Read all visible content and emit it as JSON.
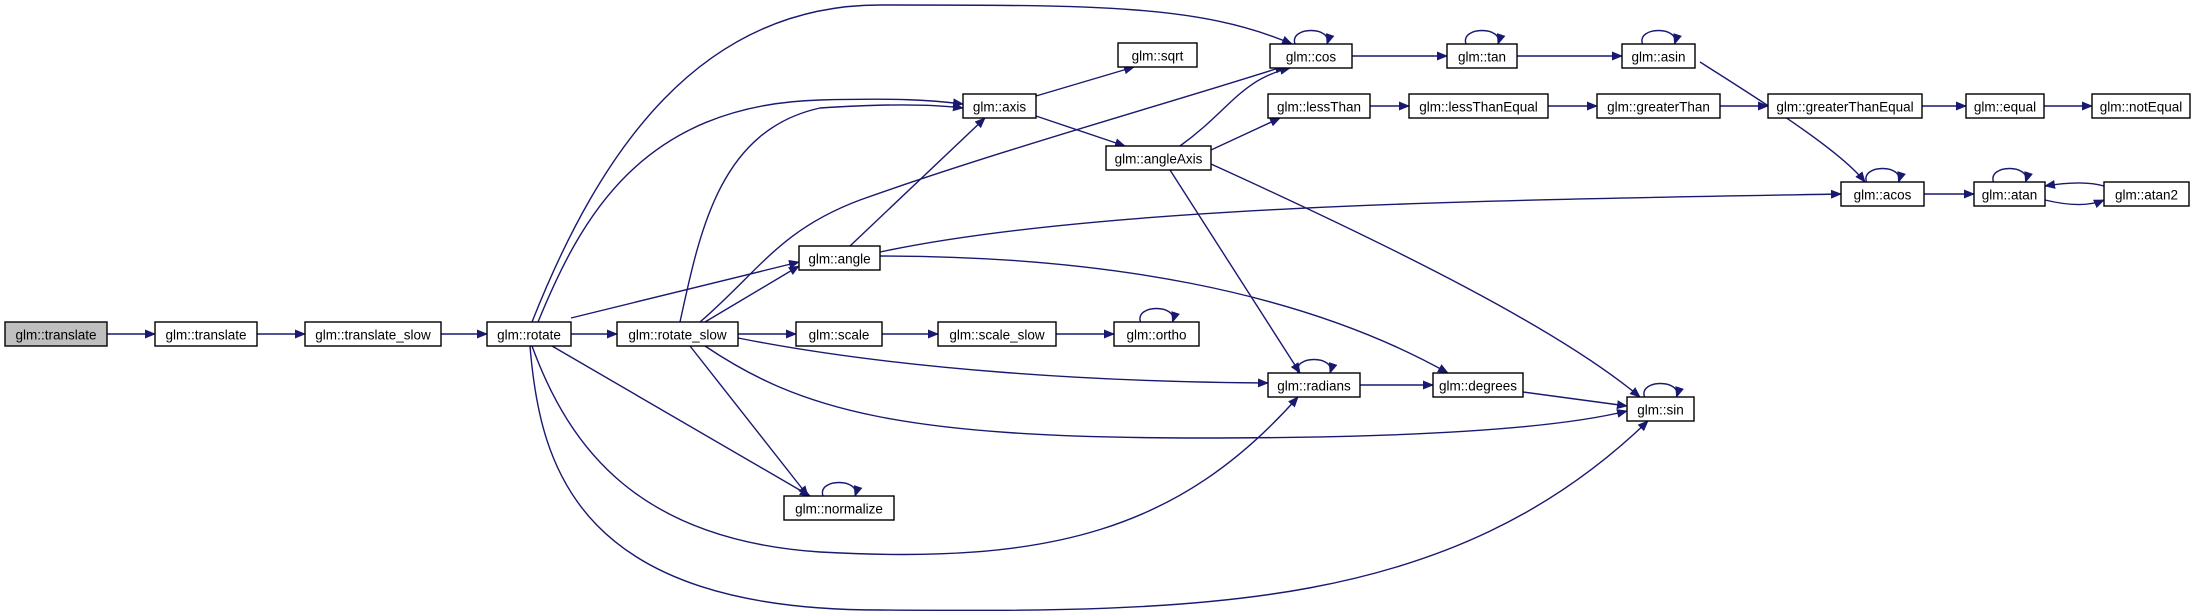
{
  "colors": {
    "edge": "#191970",
    "node_fill": "#ffffff",
    "root_fill": "#bfbfbf",
    "border": "#000000"
  },
  "nodes": [
    {
      "id": "root_translate",
      "label": "glm::translate",
      "root": true
    },
    {
      "id": "translate",
      "label": "glm::translate"
    },
    {
      "id": "translate_slow",
      "label": "glm::translate_slow"
    },
    {
      "id": "rotate",
      "label": "glm::rotate"
    },
    {
      "id": "rotate_slow",
      "label": "glm::rotate_slow"
    },
    {
      "id": "axis",
      "label": "glm::axis"
    },
    {
      "id": "angle",
      "label": "glm::angle"
    },
    {
      "id": "scale",
      "label": "glm::scale"
    },
    {
      "id": "normalize",
      "label": "glm::normalize"
    },
    {
      "id": "sqrt",
      "label": "glm::sqrt"
    },
    {
      "id": "angleAxis",
      "label": "glm::angleAxis"
    },
    {
      "id": "scale_slow",
      "label": "glm::scale_slow"
    },
    {
      "id": "ortho",
      "label": "glm::ortho"
    },
    {
      "id": "cos",
      "label": "glm::cos"
    },
    {
      "id": "lessThan",
      "label": "glm::lessThan"
    },
    {
      "id": "radians",
      "label": "glm::radians"
    },
    {
      "id": "tan",
      "label": "glm::tan"
    },
    {
      "id": "lessThanEqual",
      "label": "glm::lessThanEqual"
    },
    {
      "id": "degrees",
      "label": "glm::degrees"
    },
    {
      "id": "asin",
      "label": "glm::asin"
    },
    {
      "id": "greaterThan",
      "label": "glm::greaterThan"
    },
    {
      "id": "sin",
      "label": "glm::sin"
    },
    {
      "id": "greaterThanEqual",
      "label": "glm::greaterThanEqual"
    },
    {
      "id": "acos",
      "label": "glm::acos"
    },
    {
      "id": "equal",
      "label": "glm::equal"
    },
    {
      "id": "atan",
      "label": "glm::atan"
    },
    {
      "id": "notEqual",
      "label": "glm::notEqual"
    },
    {
      "id": "atan2",
      "label": "glm::atan2"
    }
  ],
  "edges": [
    {
      "from": "root_translate",
      "to": "translate"
    },
    {
      "from": "translate",
      "to": "translate_slow"
    },
    {
      "from": "translate_slow",
      "to": "rotate"
    },
    {
      "from": "rotate",
      "to": "rotate_slow"
    },
    {
      "from": "rotate",
      "to": "cos"
    },
    {
      "from": "rotate",
      "to": "axis"
    },
    {
      "from": "rotate",
      "to": "angle"
    },
    {
      "from": "rotate",
      "to": "normalize"
    },
    {
      "from": "rotate",
      "to": "radians"
    },
    {
      "from": "rotate",
      "to": "sin"
    },
    {
      "from": "rotate_slow",
      "to": "axis"
    },
    {
      "from": "rotate_slow",
      "to": "cos"
    },
    {
      "from": "rotate_slow",
      "to": "angle"
    },
    {
      "from": "rotate_slow",
      "to": "scale"
    },
    {
      "from": "rotate_slow",
      "to": "radians"
    },
    {
      "from": "rotate_slow",
      "to": "sin"
    },
    {
      "from": "rotate_slow",
      "to": "normalize"
    },
    {
      "from": "axis",
      "to": "sqrt"
    },
    {
      "from": "axis",
      "to": "angleAxis"
    },
    {
      "from": "angle",
      "to": "axis"
    },
    {
      "from": "angle",
      "to": "acos"
    },
    {
      "from": "angle",
      "to": "degrees"
    },
    {
      "from": "scale",
      "to": "scale_slow"
    },
    {
      "from": "scale_slow",
      "to": "ortho"
    },
    {
      "from": "normalize",
      "to": "normalize"
    },
    {
      "from": "ortho",
      "to": "ortho"
    },
    {
      "from": "angleAxis",
      "to": "cos"
    },
    {
      "from": "angleAxis",
      "to": "lessThan"
    },
    {
      "from": "angleAxis",
      "to": "radians"
    },
    {
      "from": "angleAxis",
      "to": "sin"
    },
    {
      "from": "cos",
      "to": "cos"
    },
    {
      "from": "cos",
      "to": "tan"
    },
    {
      "from": "tan",
      "to": "tan"
    },
    {
      "from": "tan",
      "to": "asin"
    },
    {
      "from": "asin",
      "to": "asin"
    },
    {
      "from": "asin",
      "to": "acos"
    },
    {
      "from": "lessThan",
      "to": "lessThanEqual"
    },
    {
      "from": "lessThanEqual",
      "to": "greaterThan"
    },
    {
      "from": "greaterThan",
      "to": "greaterThanEqual"
    },
    {
      "from": "greaterThanEqual",
      "to": "equal"
    },
    {
      "from": "equal",
      "to": "notEqual"
    },
    {
      "from": "radians",
      "to": "radians"
    },
    {
      "from": "radians",
      "to": "degrees"
    },
    {
      "from": "degrees",
      "to": "sin"
    },
    {
      "from": "sin",
      "to": "sin"
    },
    {
      "from": "acos",
      "to": "acos"
    },
    {
      "from": "acos",
      "to": "atan"
    },
    {
      "from": "atan",
      "to": "atan"
    },
    {
      "from": "atan",
      "to": "atan2"
    },
    {
      "from": "atan2",
      "to": "atan"
    }
  ]
}
